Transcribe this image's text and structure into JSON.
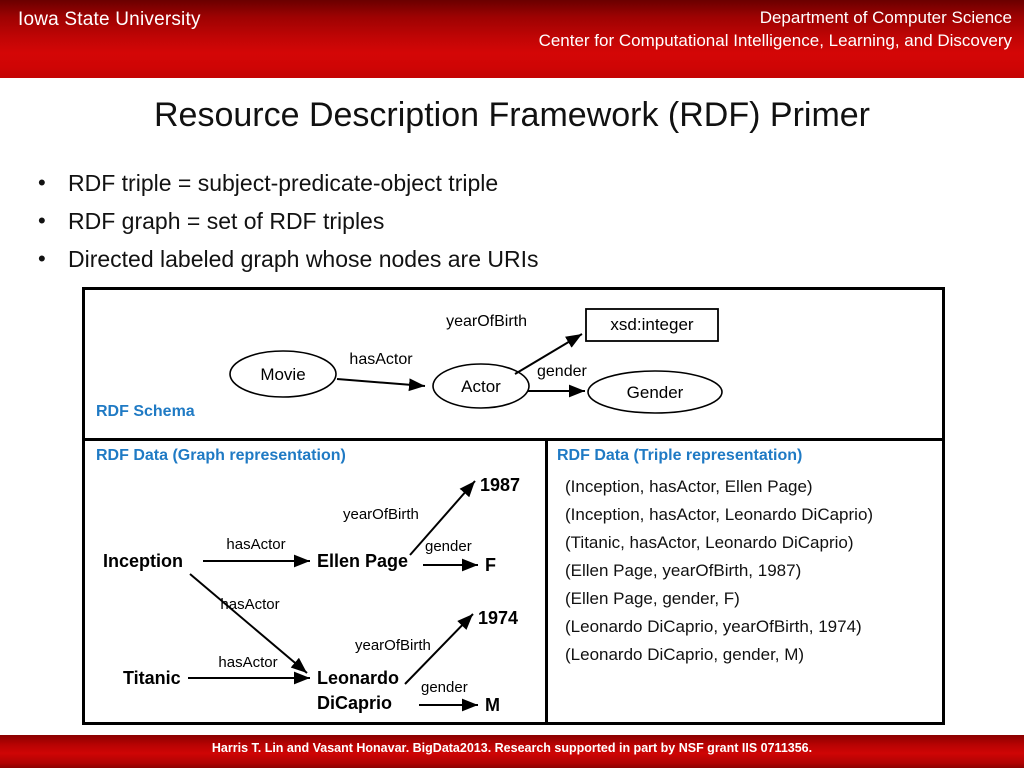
{
  "header": {
    "university": "Iowa State University",
    "department": "Department of Computer Science",
    "center": "Center for Computational Intelligence, Learning, and Discovery",
    "background_color": "#c00505"
  },
  "slide": {
    "title": "Resource Description Framework (RDF) Primer",
    "bullet_marker": "•",
    "bullets": [
      "RDF triple = subject-predicate-object triple",
      "RDF graph = set of RDF triples",
      "Directed labeled graph whose nodes are URIs"
    ]
  },
  "figure": {
    "accent_color": "#1f7ac4",
    "schema": {
      "label": "RDF Schema",
      "nodes": [
        {
          "id": "movie",
          "text": "Movie",
          "shape": "ellipse"
        },
        {
          "id": "actor",
          "text": "Actor",
          "shape": "ellipse"
        },
        {
          "id": "gender",
          "text": "Gender",
          "shape": "ellipse"
        },
        {
          "id": "xsdint",
          "text": "xsd:integer",
          "shape": "rect"
        }
      ],
      "edges": [
        {
          "from": "movie",
          "to": "actor",
          "label": "hasActor"
        },
        {
          "from": "actor",
          "to": "xsdint",
          "label": "yearOfBirth"
        },
        {
          "from": "actor",
          "to": "gender",
          "label": "gender"
        }
      ]
    },
    "graph_data": {
      "label": "RDF Data (Graph representation)",
      "nodes": [
        {
          "id": "inception",
          "text": "Inception"
        },
        {
          "id": "titanic",
          "text": "Titanic"
        },
        {
          "id": "ellen",
          "text": "Ellen Page"
        },
        {
          "id": "leo_l1",
          "text": "Leonardo"
        },
        {
          "id": "leo_l2",
          "text": "DiCaprio"
        },
        {
          "id": "y1987",
          "text": "1987"
        },
        {
          "id": "y1974",
          "text": "1974"
        },
        {
          "id": "f",
          "text": "F"
        },
        {
          "id": "m",
          "text": "M"
        }
      ],
      "edges": [
        {
          "from": "inception",
          "to": "ellen",
          "label": "hasActor"
        },
        {
          "from": "inception",
          "to": "leo",
          "label": "hasActor"
        },
        {
          "from": "titanic",
          "to": "leo",
          "label": "hasActor"
        },
        {
          "from": "ellen",
          "to": "y1987",
          "label": "yearOfBirth"
        },
        {
          "from": "ellen",
          "to": "f",
          "label": "gender"
        },
        {
          "from": "leo",
          "to": "y1974",
          "label": "yearOfBirth"
        },
        {
          "from": "leo",
          "to": "m",
          "label": "gender"
        }
      ]
    },
    "triple_data": {
      "label": "RDF Data (Triple representation)",
      "triples": [
        "(Inception, hasActor, Ellen Page)",
        "(Inception, hasActor, Leonardo DiCaprio)",
        "(Titanic, hasActor, Leonardo DiCaprio)",
        "(Ellen Page, yearOfBirth, 1987)",
        "(Ellen Page, gender, F)",
        "(Leonardo DiCaprio, yearOfBirth, 1974)",
        "(Leonardo DiCaprio, gender, M)"
      ]
    }
  },
  "footer": {
    "citation": "Harris T. Lin and Vasant Honavar. BigData2013. Research supported in part by NSF grant  IIS  0711356."
  }
}
